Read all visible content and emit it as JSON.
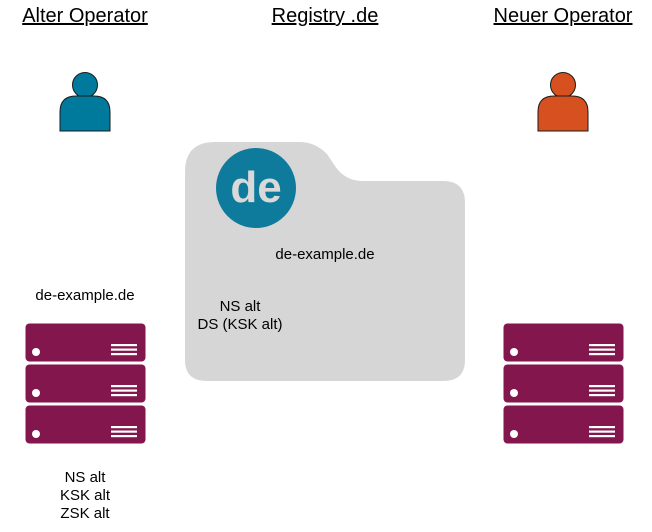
{
  "columns": {
    "old_operator": {
      "title": "Alter Operator",
      "person_color": "#007a9c"
    },
    "registry": {
      "title": "Registry .de"
    },
    "new_operator": {
      "title": "Neuer Operator",
      "person_color": "#d6511f"
    }
  },
  "registry_folder": {
    "logo_text": "de",
    "logo_color": "#0e7b9c",
    "folder_color": "#d6d6d6",
    "domain": "de-example.de",
    "records": [
      "NS alt",
      "DS (KSK alt)"
    ]
  },
  "old_server": {
    "domain": "de-example.de",
    "records": [
      "NS alt",
      "KSK alt",
      "ZSK alt"
    ],
    "color": "#82164d"
  },
  "new_server": {
    "color": "#82164d"
  }
}
